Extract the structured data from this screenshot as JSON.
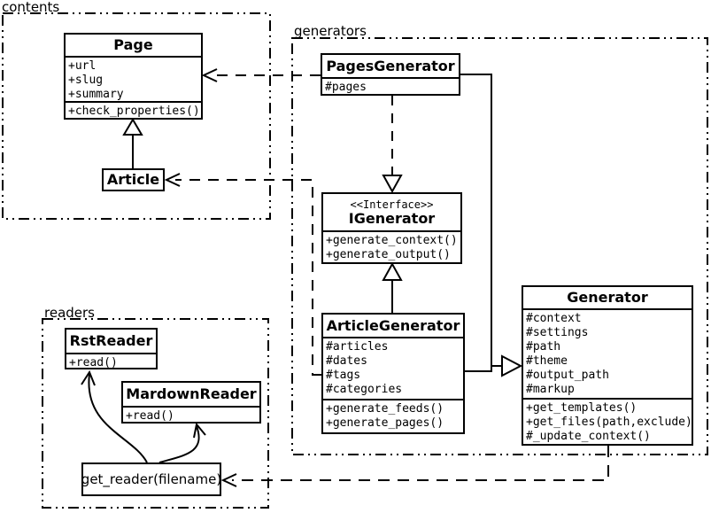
{
  "colors": {
    "line": "#000000",
    "background": "#ffffff",
    "box_fill": "#ffffff"
  },
  "packages": {
    "contents": {
      "label": "contents"
    },
    "generators": {
      "label": "generators"
    },
    "readers": {
      "label": "readers"
    }
  },
  "classes": {
    "page": {
      "title": "Page",
      "attributes": [
        "+url",
        "+slug",
        "+summary"
      ],
      "methods": [
        "+check_properties()"
      ]
    },
    "article": {
      "title": "Article"
    },
    "pages_generator": {
      "title": "PagesGenerator",
      "attributes": [
        "#pages"
      ]
    },
    "igenerator": {
      "stereotype": "<<Interface>>",
      "title": "IGenerator",
      "methods": [
        "+generate_context()",
        "+generate_output()"
      ]
    },
    "article_generator": {
      "title": "ArticleGenerator",
      "attributes": [
        "#articles",
        "#dates",
        "#tags",
        "#categories"
      ],
      "methods": [
        "+generate_feeds()",
        "+generate_pages()"
      ]
    },
    "generator": {
      "title": "Generator",
      "attributes": [
        "#context",
        "#settings",
        "#path",
        "#theme",
        "#output_path",
        "#markup"
      ],
      "methods": [
        "+get_templates()",
        "+get_files(path,exclude)",
        "#_update_context()"
      ]
    },
    "rst_reader": {
      "title": "RstReader",
      "methods": [
        "+read()"
      ]
    },
    "markdown_reader": {
      "title": "MardownReader",
      "methods": [
        "+read()"
      ]
    },
    "get_reader": {
      "label": "get_reader(filename)"
    }
  },
  "relationships": [
    {
      "from": "Article",
      "to": "Page",
      "type": "inheritance"
    },
    {
      "from": "PagesGenerator",
      "to": "Page",
      "type": "dependency"
    },
    {
      "from": "PagesGenerator",
      "to": "IGenerator",
      "type": "realization"
    },
    {
      "from": "ArticleGenerator",
      "to": "IGenerator",
      "type": "realization"
    },
    {
      "from": "PagesGenerator",
      "to": "Generator",
      "type": "inheritance"
    },
    {
      "from": "ArticleGenerator",
      "to": "Generator",
      "type": "inheritance"
    },
    {
      "from": "ArticleGenerator",
      "to": "Article",
      "type": "dependency"
    },
    {
      "from": "Generator",
      "to": "get_reader(filename)",
      "type": "dependency"
    },
    {
      "from": "get_reader(filename)",
      "to": "RstReader",
      "type": "arrow"
    },
    {
      "from": "get_reader(filename)",
      "to": "MardownReader",
      "type": "arrow"
    }
  ]
}
